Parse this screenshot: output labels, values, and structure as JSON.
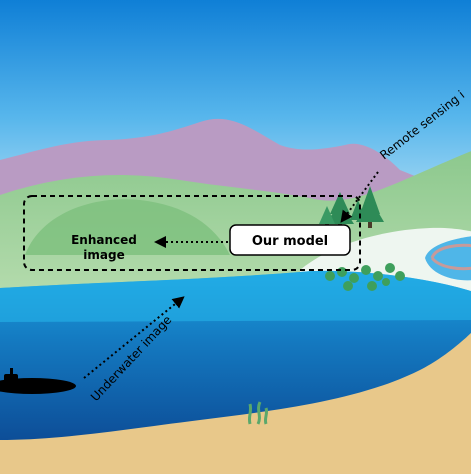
{
  "labels": {
    "enhanced_line1": "Enhanced",
    "enhanced_line2": "image",
    "model": "Our model",
    "remote_sensing": "Remote sensing i",
    "underwater": "Underwater image"
  },
  "colors": {
    "sky_top": "#0f7fd6",
    "sky_mid": "#57b6ec",
    "sky_low": "#d9f0f8",
    "mountain": "#b99bc3",
    "hills": "#8cc88d",
    "hills_dark": "#6fb872",
    "shore": "#eef6f0",
    "water_top": "#1aa0e0",
    "water_mid": "#1479c0",
    "water_deep": "#0a3f8a",
    "sand": "#e8c88a",
    "trees": "#2e8b57",
    "submarine": "#000000",
    "arrow": "#000000"
  },
  "icons": [
    "pine-tree-icon",
    "submarine-icon",
    "seaweed-icon"
  ]
}
